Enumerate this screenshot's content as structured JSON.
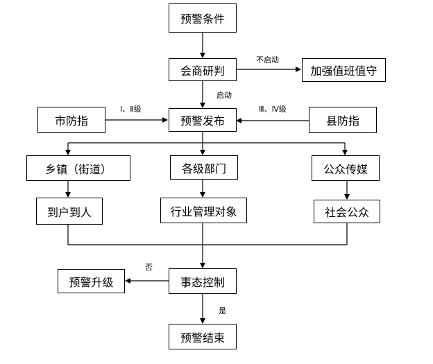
{
  "nodes": {
    "warning_condition": "预警条件",
    "consultation": "会商研判",
    "strengthen_duty": "加强值班值守",
    "city_command": "市防指",
    "warning_release": "预警发布",
    "county_command": "县防指",
    "township": "乡镇（街道）",
    "departments": "各级部门",
    "public_media": "公众传媒",
    "to_household": "到户到人",
    "industry_targets": "行业管理对象",
    "general_public": "社会公众",
    "warning_upgrade": "预警升级",
    "situation_control": "事态控制",
    "warning_end": "预警结束"
  },
  "labels": {
    "not_start": "不启动",
    "start": "启动",
    "level_1_2": "Ⅰ、Ⅱ级",
    "level_3_4": "Ⅲ、Ⅳ级",
    "no": "否",
    "yes": "是"
  }
}
